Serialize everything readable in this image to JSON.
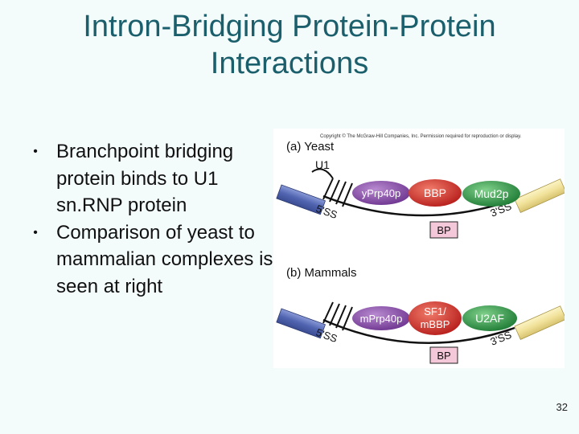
{
  "slide": {
    "title_line1": "Intron-Bridging Protein-Protein",
    "title_line2": "Interactions",
    "bullets": [
      "Branchpoint bridging protein binds to U1 sn.RNP protein",
      "Comparison of yeast to mammalian complexes is seen at right"
    ],
    "page_number": "32"
  },
  "figure": {
    "copyright": "Copyright © The McGraw-Hill Companies, Inc. Permission required for reproduction or display.",
    "panel_a": {
      "label": "(a) Yeast",
      "u1_label": "U1",
      "protein_left": "yPrp40p",
      "protein_mid": "BBP",
      "protein_right": "Mud2p",
      "five_ss": "5'SS",
      "three_ss": "3'SS",
      "bp": "BP"
    },
    "panel_b": {
      "label": "(b) Mammals",
      "protein_left": "mPrp40p",
      "protein_mid_line1": "SF1/",
      "protein_mid_line2": "mBBP",
      "protein_right": "U2AF",
      "five_ss": "5'SS",
      "three_ss": "3'SS",
      "bp": "BP"
    },
    "colors": {
      "exon_left": "#5d6fb8",
      "exon_right": "#f1e29a",
      "prp40": "#8f4fa3",
      "bbp": "#d8322a",
      "mud2p": "#2f9a4a",
      "bp_box": "#f4c8d8"
    }
  }
}
